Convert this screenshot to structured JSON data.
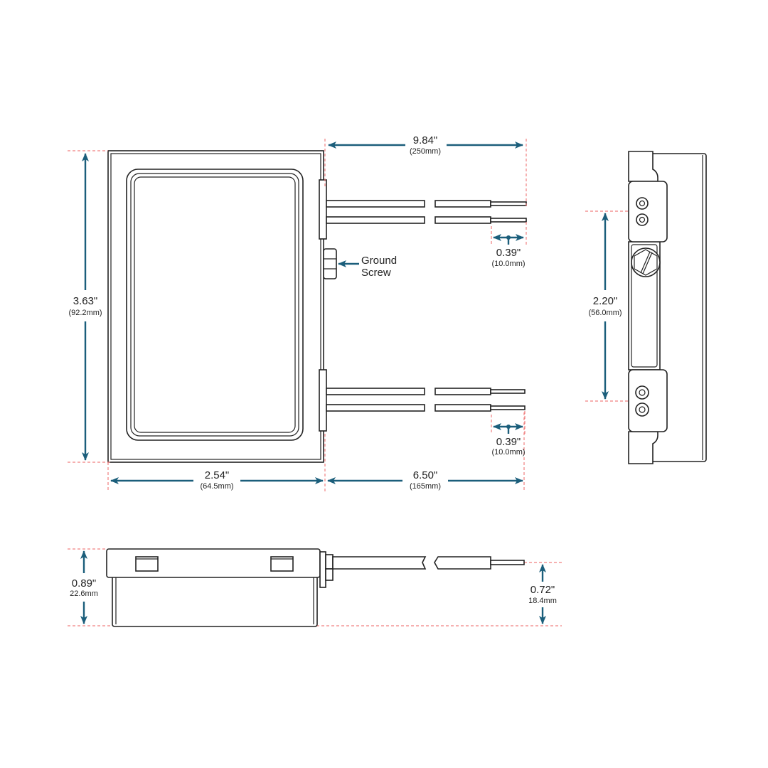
{
  "colors": {
    "dimension_arrow": "#1b5e7b",
    "reference_line": "#f08080",
    "outline": "#222222"
  },
  "callouts": {
    "ground_screw_line1": "Ground",
    "ground_screw_line2": "Screw"
  },
  "dimensions": {
    "total_length": {
      "in": "9.84\"",
      "mm": "(250mm)"
    },
    "strip_top": {
      "in": "0.39\"",
      "mm": "(10.0mm)"
    },
    "strip_bottom": {
      "in": "0.39\"",
      "mm": "(10.0mm)"
    },
    "height": {
      "in": "3.63\"",
      "mm": "(92.2mm)"
    },
    "width": {
      "in": "2.54\"",
      "mm": "(64.5mm)"
    },
    "lead_length": {
      "in": "6.50\"",
      "mm": "(165mm)"
    },
    "mount_spacing": {
      "in": "2.20\"",
      "mm": "(56.0mm)"
    },
    "depth": {
      "in": "0.89\"",
      "mm": "22.6mm"
    },
    "lead_height": {
      "in": "0.72\"",
      "mm": "18.4mm"
    }
  }
}
